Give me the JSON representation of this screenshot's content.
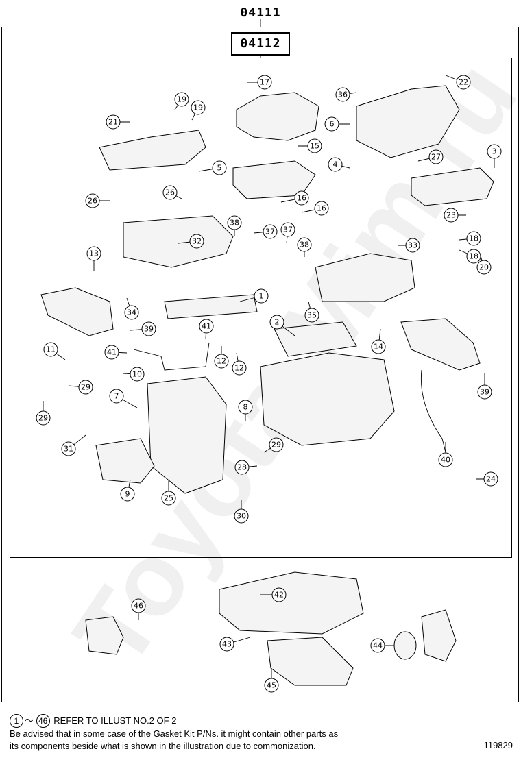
{
  "header": {
    "assembly_code": "04111",
    "kit_code": "04112"
  },
  "watermark": "Toyota-Mim.ru",
  "footer": {
    "refer_start": "1",
    "refer_tilde": "～",
    "refer_end": "46",
    "refer_text": "REFER TO ILLUST NO.2 OF 2",
    "advisory_line1": "Be advised that in some case of the Gasket Kit P/Ns.  it might contain other parts as",
    "advisory_line2": "its components beside what is shown in the illustration due to commonization.",
    "figure_number": "119829"
  },
  "callouts": [
    {
      "id": "17"
    },
    {
      "id": "36"
    },
    {
      "id": "22"
    },
    {
      "id": "19"
    },
    {
      "id": "19"
    },
    {
      "id": "21"
    },
    {
      "id": "6"
    },
    {
      "id": "15"
    },
    {
      "id": "5"
    },
    {
      "id": "4"
    },
    {
      "id": "26"
    },
    {
      "id": "27"
    },
    {
      "id": "3"
    },
    {
      "id": "26"
    },
    {
      "id": "16"
    },
    {
      "id": "16"
    },
    {
      "id": "23"
    },
    {
      "id": "38"
    },
    {
      "id": "37"
    },
    {
      "id": "37"
    },
    {
      "id": "32"
    },
    {
      "id": "38"
    },
    {
      "id": "33"
    },
    {
      "id": "18"
    },
    {
      "id": "18"
    },
    {
      "id": "20"
    },
    {
      "id": "13"
    },
    {
      "id": "1"
    },
    {
      "id": "34"
    },
    {
      "id": "35"
    },
    {
      "id": "39"
    },
    {
      "id": "2"
    },
    {
      "id": "41"
    },
    {
      "id": "11"
    },
    {
      "id": "41"
    },
    {
      "id": "12"
    },
    {
      "id": "12"
    },
    {
      "id": "14"
    },
    {
      "id": "10"
    },
    {
      "id": "29"
    },
    {
      "id": "7"
    },
    {
      "id": "39"
    },
    {
      "id": "29"
    },
    {
      "id": "8"
    },
    {
      "id": "31"
    },
    {
      "id": "29"
    },
    {
      "id": "40"
    },
    {
      "id": "28"
    },
    {
      "id": "24"
    },
    {
      "id": "9"
    },
    {
      "id": "25"
    },
    {
      "id": "30"
    },
    {
      "id": "42"
    },
    {
      "id": "46"
    },
    {
      "id": "43"
    },
    {
      "id": "44"
    },
    {
      "id": "45"
    }
  ]
}
